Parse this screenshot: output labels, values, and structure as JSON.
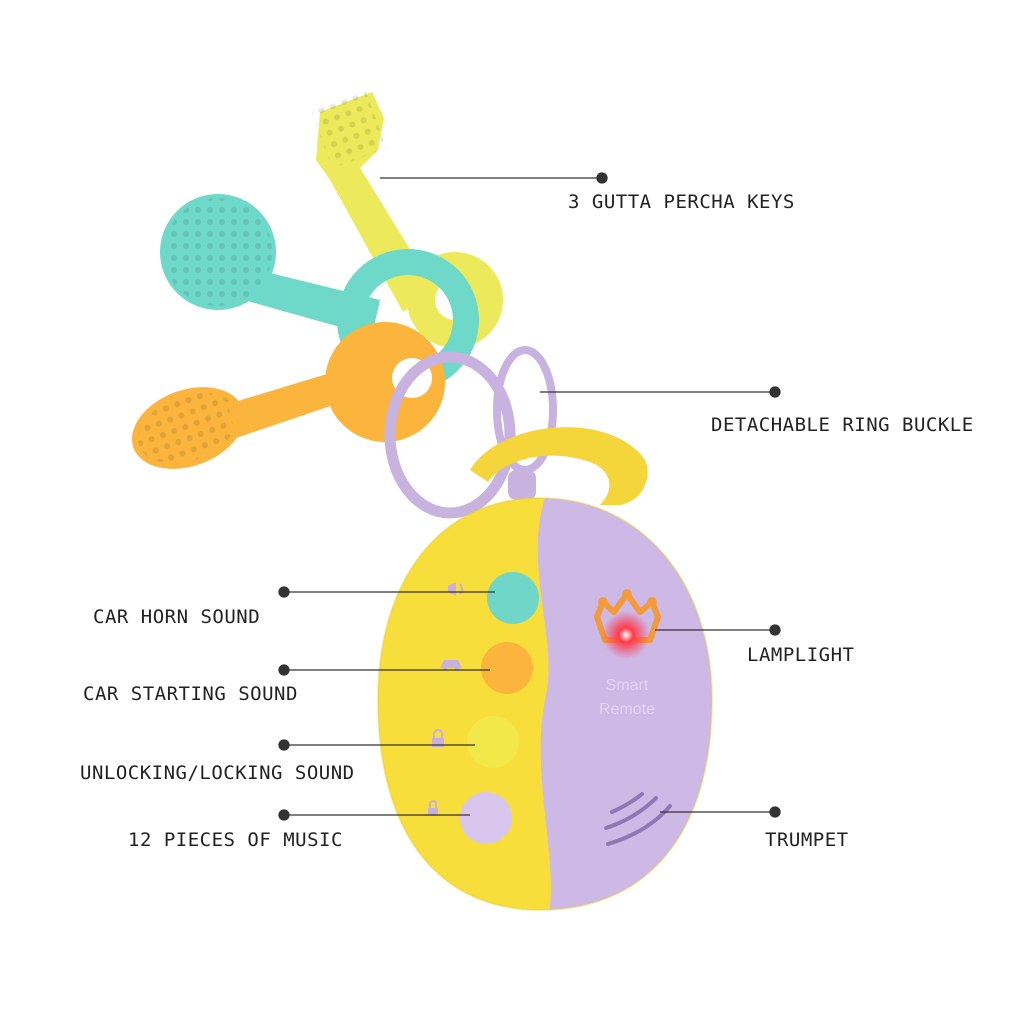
{
  "labels": {
    "keys": "3 GUTTA PERCHA KEYS",
    "ring": "DETACHABLE RING BUCKLE",
    "horn": "CAR HORN SOUND",
    "starting": "CAR STARTING SOUND",
    "unlocking": "UNLOCKING/LOCKING SOUND",
    "music": "12 PIECES OF MUSIC",
    "lamplight": "LAMPLIGHT",
    "trumpet": "TRUMPET"
  },
  "remote_print": {
    "line1": "Smart",
    "line2": "Remote"
  },
  "colors": {
    "yellow_body": "#f7de3a",
    "purple_body": "#cdb8e6",
    "teal_key": "#6fd9c9",
    "yellow_key": "#ecea5a",
    "orange_key": "#fbb43c",
    "teal_button": "#6fd6c8",
    "orange_button": "#fbb43c",
    "yellow_button": "#f3e84a",
    "purple_button": "#d9c6ee",
    "crown": "#f39a3a",
    "leader_line": "#333333"
  },
  "icons": [
    "horn-icon",
    "car-icon",
    "lock-icon",
    "music-icon",
    "crown-icon",
    "speaker-icon"
  ]
}
